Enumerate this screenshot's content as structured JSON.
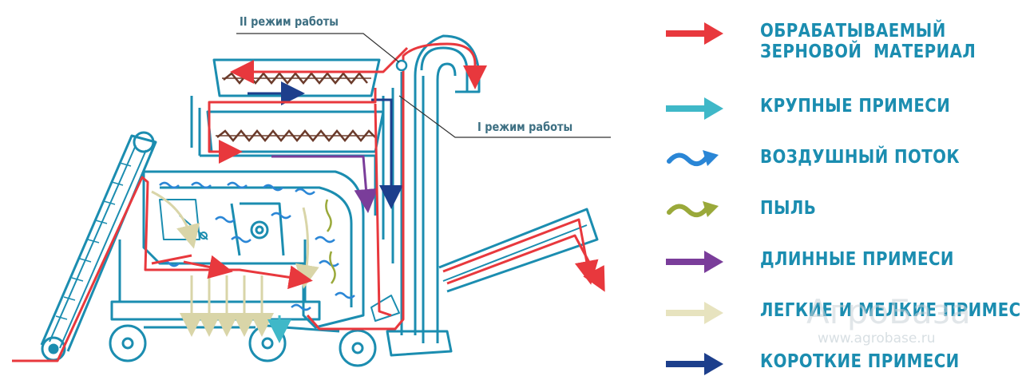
{
  "callouts": {
    "mode2": "II режим работы",
    "mode1": "I режим работы"
  },
  "legend": [
    {
      "label": "ОБРАБАТЫВАЕМЫЙ\nЗЕРНОВОЙ  МАТЕРИАЛ",
      "color": "#e8383d",
      "shape": "arrow"
    },
    {
      "label": "КРУПНЫЕ ПРИМЕСИ",
      "color": "#3fb8c8",
      "shape": "arrow"
    },
    {
      "label": "ВОЗДУШНЫЙ ПОТОК",
      "color": "#2a86d6",
      "shape": "wave"
    },
    {
      "label": "ПЫЛЬ",
      "color": "#9aa93a",
      "shape": "wave"
    },
    {
      "label": "ДЛИННЫЕ ПРИМЕСИ",
      "color": "#7a3d9a",
      "shape": "arrow"
    },
    {
      "label": "ЛЕГКИЕ И МЕЛКИЕ ПРИМЕСИ",
      "color": "#e7e3bf",
      "shape": "arrow"
    },
    {
      "label": "КОРОТКИЕ ПРИМЕСИ",
      "color": "#1d3f8c",
      "shape": "arrow"
    }
  ],
  "watermark": {
    "logo": "АгроБаза",
    "url": "www.agrobase.ru"
  },
  "colors": {
    "machine": "#1b8db0",
    "grain": "#e8383d",
    "auger": "#6b3b2b"
  }
}
